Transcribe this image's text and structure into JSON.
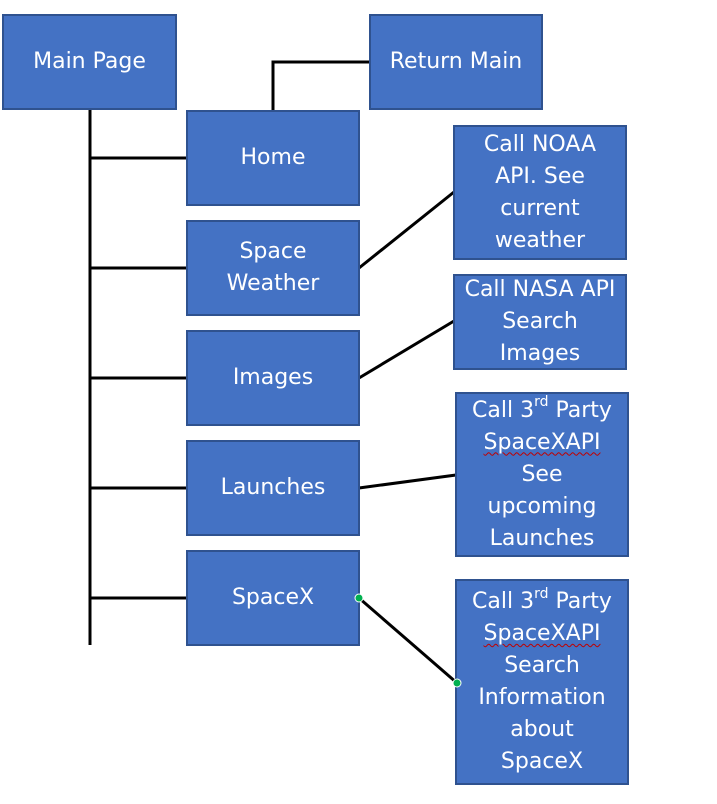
{
  "nodes": {
    "main_page": "Main Page",
    "return_main": "Return Main",
    "home": "Home",
    "space_weather": [
      "Space",
      "Weather"
    ],
    "images": "Images",
    "launches": "Launches",
    "spacex": "SpaceX",
    "noaa": [
      "Call NOAA",
      "API. See",
      "current",
      "weather"
    ],
    "nasa": [
      "Call NASA API",
      "Search",
      "Images"
    ],
    "launches_api": {
      "l1a": "Call 3",
      "l1sup": "rd",
      "l1b": " Party",
      "l2": "SpaceXAPI",
      "l3": "See",
      "l4": "upcoming",
      "l5": "Launches"
    },
    "spacex_api": {
      "l1a": "Call 3",
      "l1sup": "rd",
      "l1b": " Party",
      "l2": "SpaceXAPI",
      "l3": "Search",
      "l4": "Information",
      "l5": "about",
      "l6": "SpaceX"
    }
  },
  "colors": {
    "box_fill": "#4472c4",
    "box_border": "#2f528f",
    "connector": "#000000",
    "handle": "#00b050"
  }
}
